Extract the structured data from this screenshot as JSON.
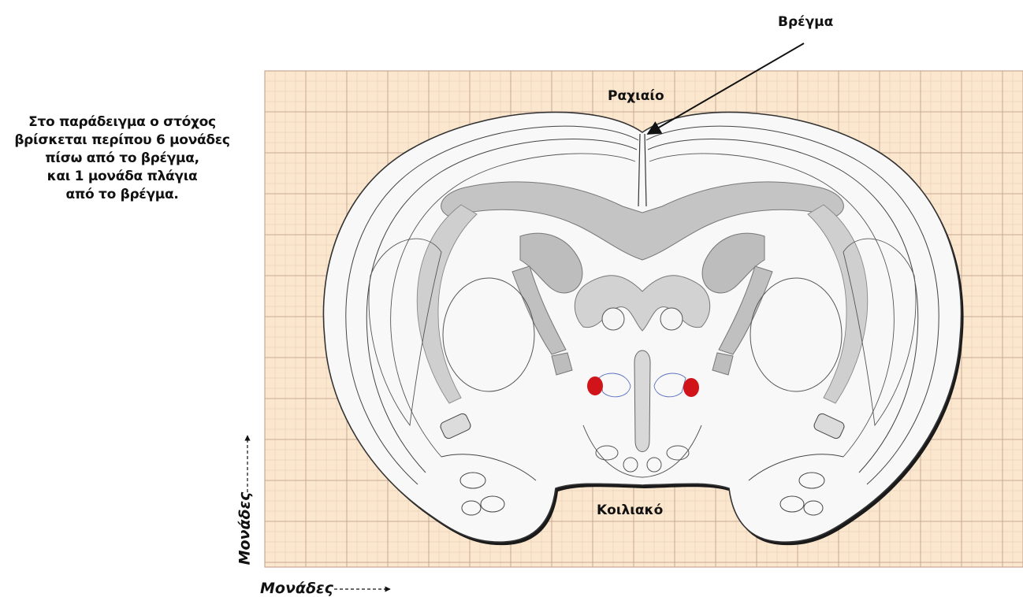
{
  "caption": {
    "lines": [
      "Στο παράδειγμα ο στόχος",
      "βρίσκεται περίπου 6 μονάδες",
      "πίσω από το βρέγμα,",
      "και 1 μονάδα πλάγια",
      "από το βρέγμα."
    ]
  },
  "labels": {
    "bregma": "Βρέγμα",
    "dorsal": "Ραχιαίο",
    "ventral": "Κοιλιακό",
    "x_axis": "Μονάδες",
    "y_axis": "Μονάδες"
  },
  "colors": {
    "grid_background": "#fbe7cd",
    "grid_major": "#c9a796",
    "grid_minor": "#e4c7b4",
    "target": "#d0141a",
    "brain_fill": "#f7f7f7",
    "white_matter": "#c8c8c8"
  }
}
